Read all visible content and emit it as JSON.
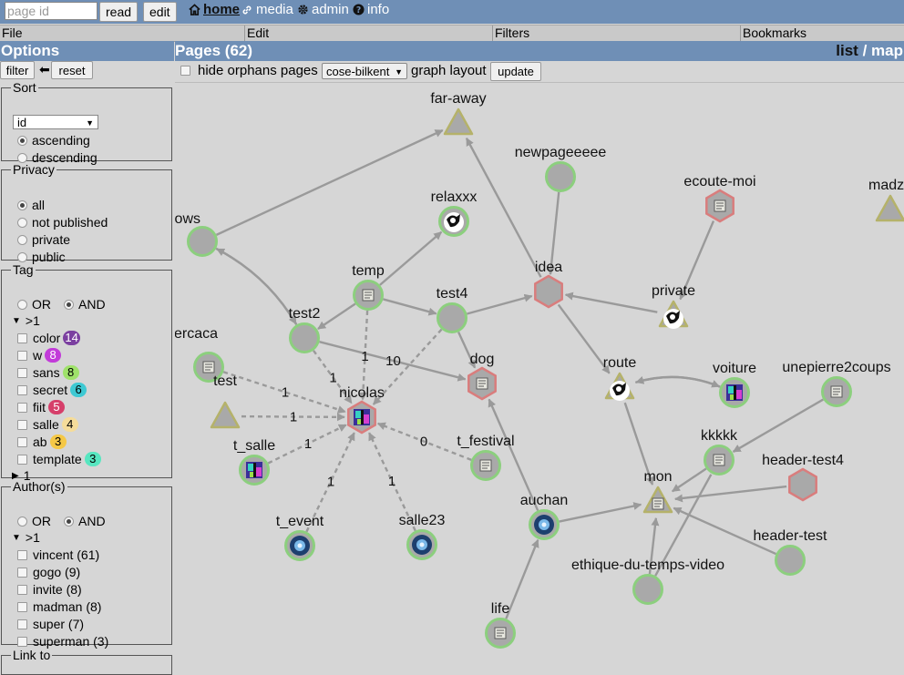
{
  "topbar": {
    "page_id_placeholder": "page id",
    "read_label": "read",
    "edit_label": "edit",
    "nav": {
      "home": "home",
      "media": "media",
      "admin": "admin",
      "info": "info"
    }
  },
  "menubar": {
    "file": "File",
    "edit": "Edit",
    "filters": "Filters",
    "bookmarks": "Bookmarks"
  },
  "options": {
    "title": "Options",
    "filter_label": "filter",
    "reset_label": "reset",
    "sort": {
      "legend": "Sort",
      "selected": "id",
      "order": [
        "ascending",
        "descending"
      ],
      "order_selected": "ascending"
    },
    "privacy": {
      "legend": "Privacy",
      "items": [
        "all",
        "not published",
        "private",
        "public"
      ],
      "selected": "all"
    },
    "tag": {
      "legend": "Tag",
      "or_label": "OR",
      "and_label": "AND",
      "group_open": ">1",
      "items": [
        {
          "label": "color",
          "count": "14",
          "color": "#7b3fa0",
          "text": "#ffffff"
        },
        {
          "label": "w",
          "count": "8",
          "color": "#c23bd9",
          "text": "#ffffff"
        },
        {
          "label": "sans",
          "count": "8",
          "color": "#9fe26a",
          "text": "#000000"
        },
        {
          "label": "secret",
          "count": "6",
          "color": "#3ec9d3",
          "text": "#000000"
        },
        {
          "label": "fiit",
          "count": "5",
          "color": "#d63f6a",
          "text": "#ffffff"
        },
        {
          "label": "salle",
          "count": "4",
          "color": "#f5dc9a",
          "text": "#000000"
        },
        {
          "label": "ab",
          "count": "3",
          "color": "#f5c846",
          "text": "#000000"
        },
        {
          "label": "template",
          "count": "3",
          "color": "#57e6c0",
          "text": "#000000"
        }
      ],
      "group_closed": "1"
    },
    "authors": {
      "legend": "Author(s)",
      "or_label": "OR",
      "and_label": "AND",
      "group_open": ">1",
      "items": [
        "vincent (61)",
        "gogo (9)",
        "invite (8)",
        "madman (8)",
        "super (7)",
        "superman (3)"
      ]
    },
    "link_to": {
      "legend": "Link to"
    }
  },
  "pages": {
    "title": "Pages (62)",
    "view_list": "list",
    "view_sep": "/",
    "view_map": "map",
    "hide_orphans_label": "hide orphans pages",
    "layout_selected": "cose-bilkent",
    "graph_layout_label": "graph layout",
    "update_label": "update"
  },
  "graph": {
    "colors": {
      "edge": "#9a9a9a",
      "node_fill": "#a9a9a9",
      "ring_green": "#8ccf7e",
      "ring_red": "#d97d7d",
      "ring_olive": "#b5b26a"
    },
    "nodes": [
      {
        "id": "far-away",
        "label": "far-away",
        "shape": "triangle",
        "ring": "olive",
        "icon": "none"
      },
      {
        "id": "newpageeeee",
        "label": "newpageeeee",
        "shape": "circle",
        "ring": "green",
        "icon": "none"
      },
      {
        "id": "ecoute-moi",
        "label": "ecoute-moi",
        "shape": "hexagon",
        "ring": "red",
        "icon": "document"
      },
      {
        "id": "madzo",
        "label": "madzo",
        "shape": "triangle",
        "ring": "olive",
        "icon": "none"
      },
      {
        "id": "windows",
        "label": "windows",
        "shape": "circle",
        "ring": "green",
        "icon": "none"
      },
      {
        "id": "relaxxx",
        "label": "relaxxx",
        "shape": "circle",
        "ring": "green",
        "icon": "cat"
      },
      {
        "id": "temp",
        "label": "temp",
        "shape": "circle",
        "ring": "green",
        "icon": "document"
      },
      {
        "id": "test4",
        "label": "test4",
        "shape": "circle",
        "ring": "green",
        "icon": "none"
      },
      {
        "id": "idea",
        "label": "idea",
        "shape": "hexagon",
        "ring": "red",
        "icon": "none"
      },
      {
        "id": "private",
        "label": "private",
        "shape": "triangle",
        "ring": "olive",
        "icon": "cat"
      },
      {
        "id": "test2",
        "label": "test2",
        "shape": "circle",
        "ring": "green",
        "icon": "none"
      },
      {
        "id": "supercaca",
        "label": "supercaca",
        "shape": "circle",
        "ring": "green",
        "icon": "document"
      },
      {
        "id": "dog",
        "label": "dog",
        "shape": "hexagon",
        "ring": "red",
        "icon": "document"
      },
      {
        "id": "route",
        "label": "route",
        "shape": "triangle",
        "ring": "olive",
        "icon": "cat"
      },
      {
        "id": "voiture",
        "label": "voiture",
        "shape": "circle",
        "ring": "green",
        "icon": "pixel"
      },
      {
        "id": "unepierre2coups",
        "label": "unepierre2coups",
        "shape": "circle",
        "ring": "green",
        "icon": "document"
      },
      {
        "id": "test",
        "label": "test",
        "shape": "triangle",
        "ring": "olive",
        "icon": "none"
      },
      {
        "id": "nicolas",
        "label": "nicolas",
        "shape": "hexagon",
        "ring": "red",
        "icon": "pixel"
      },
      {
        "id": "kkkkk",
        "label": "kkkkk",
        "shape": "circle",
        "ring": "green",
        "icon": "document"
      },
      {
        "id": "header-test4",
        "label": "header-test4",
        "shape": "hexagon",
        "ring": "red",
        "icon": "none"
      },
      {
        "id": "t_salle",
        "label": "t_salle",
        "shape": "circle",
        "ring": "green",
        "icon": "pixel"
      },
      {
        "id": "t_festival",
        "label": "t_festival",
        "shape": "circle",
        "ring": "green",
        "icon": "document"
      },
      {
        "id": "mon",
        "label": "mon",
        "shape": "triangle",
        "ring": "olive",
        "icon": "document"
      },
      {
        "id": "auchan",
        "label": "auchan",
        "shape": "circle",
        "ring": "green",
        "icon": "disc"
      },
      {
        "id": "header-test",
        "label": "header-test",
        "shape": "circle",
        "ring": "green",
        "icon": "none"
      },
      {
        "id": "t_event",
        "label": "t_event",
        "shape": "circle",
        "ring": "green",
        "icon": "disc"
      },
      {
        "id": "salle23",
        "label": "salle23",
        "shape": "circle",
        "ring": "green",
        "icon": "disc"
      },
      {
        "id": "ethique-du-temps-video",
        "label": "ethique-du-temps-video",
        "shape": "circle",
        "ring": "green",
        "icon": "none"
      },
      {
        "id": "life",
        "label": "life",
        "shape": "circle",
        "ring": "green",
        "icon": "document"
      }
    ],
    "edges": [
      {
        "from": "windows",
        "to": "far-away"
      },
      {
        "from": "idea",
        "to": "far-away"
      },
      {
        "from": "newpageeeee",
        "to": "idea"
      },
      {
        "from": "ecoute-moi",
        "to": "private"
      },
      {
        "from": "temp",
        "to": "relaxxx"
      },
      {
        "from": "temp",
        "to": "test2"
      },
      {
        "from": "temp",
        "to": "test4"
      },
      {
        "from": "test4",
        "to": "idea"
      },
      {
        "from": "private",
        "to": "idea"
      },
      {
        "from": "test2",
        "to": "windows",
        "curve": "in"
      },
      {
        "from": "windows",
        "to": "test2",
        "curve": "out"
      },
      {
        "from": "test2",
        "to": "dog",
        "label": "10"
      },
      {
        "from": "test4",
        "to": "dog"
      },
      {
        "from": "route",
        "to": "voiture",
        "curve": "up"
      },
      {
        "from": "voiture",
        "to": "route",
        "curve": "down"
      },
      {
        "from": "idea",
        "to": "route",
        "reverse": true
      },
      {
        "from": "auchan",
        "to": "dog"
      },
      {
        "from": "route",
        "to": "mon"
      },
      {
        "from": "unepierre2coups",
        "to": "kkkkk"
      },
      {
        "from": "kkkkk",
        "to": "mon"
      },
      {
        "from": "header-test4",
        "to": "mon"
      },
      {
        "from": "header-test",
        "to": "mon"
      },
      {
        "from": "ethique-du-temps-video",
        "to": "mon"
      },
      {
        "from": "ethique-du-temps-video",
        "to": "kkkkk",
        "plain": true
      },
      {
        "from": "auchan",
        "to": "mon"
      },
      {
        "from": "life",
        "to": "auchan"
      },
      {
        "from": "supercaca",
        "to": "nicolas",
        "label": "1",
        "dashed": true
      },
      {
        "from": "test",
        "to": "nicolas",
        "label": "1",
        "dashed": true
      },
      {
        "from": "t_salle",
        "to": "nicolas",
        "label": "1",
        "dashed": true
      },
      {
        "from": "t_event",
        "to": "nicolas",
        "label": "1",
        "dashed": true
      },
      {
        "from": "salle23",
        "to": "nicolas",
        "label": "1",
        "dashed": true
      },
      {
        "from": "t_festival",
        "to": "nicolas",
        "label": "0",
        "dashed": true
      },
      {
        "from": "temp",
        "to": "nicolas",
        "label": "1",
        "dashed": true
      },
      {
        "from": "test2",
        "to": "nicolas",
        "label": "1",
        "dashed": true
      },
      {
        "from": "test4",
        "to": "nicolas",
        "dashed": true
      }
    ]
  }
}
